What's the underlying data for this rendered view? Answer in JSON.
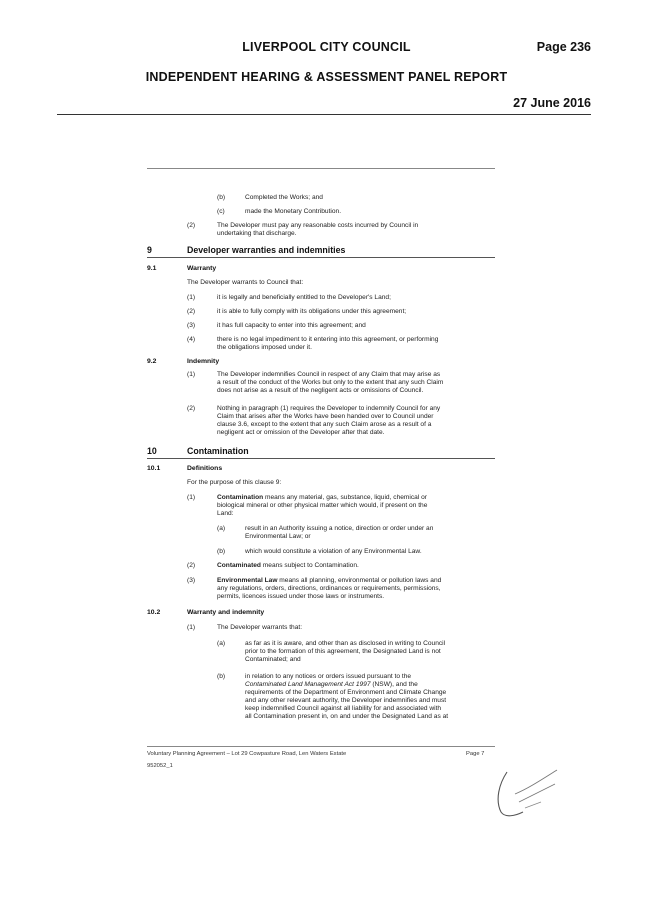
{
  "header": {
    "council": "LIVERPOOL CITY COUNCIL",
    "page": "Page 236",
    "panel": "INDEPENDENT HEARING & ASSESSMENT PANEL REPORT",
    "date": "27 June 2016"
  },
  "body": {
    "l01": [
      "(b)",
      "Completed the Works; and"
    ],
    "l02": [
      "(c)",
      "made the Monetary Contribution."
    ],
    "l03": [
      "(2)",
      "The Developer must pay any reasonable costs incurred by Council in"
    ],
    "l04": "undertaking that discharge.",
    "s9": [
      "9",
      "Developer warranties and indemnities"
    ],
    "s91": [
      "9.1",
      "Warranty"
    ],
    "l05": "The Developer warrants to Council that:",
    "l06": [
      "(1)",
      "it is legally and beneficially entitled to the Developer's Land;"
    ],
    "l07": [
      "(2)",
      "it is able to fully comply with its obligations under this agreement;"
    ],
    "l08": [
      "(3)",
      "it has full capacity to enter into this agreement; and"
    ],
    "l09": [
      "(4)",
      "there is no legal impediment to it entering into this agreement, or performing"
    ],
    "l10": "the obligations imposed under it.",
    "s92": [
      "9.2",
      "Indemnity"
    ],
    "l11": [
      "(1)",
      "The Developer indemnifies Council in respect of any Claim that may arise as"
    ],
    "l12": "a result of the conduct of the Works but only to the extent that any such Claim",
    "l13": "does not arise as a result of the negligent acts or omissions of Council.",
    "l14": [
      "(2)",
      "Nothing in paragraph (1) requires the Developer to indemnify Council for any"
    ],
    "l15": "Claim that arises after the Works have been handed over to Council under",
    "l16": "clause 3.6, except to the extent that any such Claim arose as a result of a",
    "l17": "negligent act or omission of the Developer after that date.",
    "s10": [
      "10",
      "Contamination"
    ],
    "s101": [
      "10.1",
      "Definitions"
    ],
    "l18": "For the purpose of this clause 9:",
    "l19": [
      "(1)",
      "Contamination",
      " means any material, gas, substance, liquid, chemical or"
    ],
    "l20": "biological mineral or other physical matter which would, if present on the",
    "l21": "Land:",
    "l22": [
      "(a)",
      "result in an Authority issuing a notice, direction or order under an"
    ],
    "l23": "Environmental Law; or",
    "l24": [
      "(b)",
      "which would constitute a violation of any Environmental Law."
    ],
    "l25": [
      "(2)",
      "Contaminated",
      " means subject to Contamination."
    ],
    "l26": [
      "(3)",
      "Environmental Law",
      " means all planning, environmental or pollution laws and"
    ],
    "l27": "any regulations, orders, directions, ordinances or requirements, permissions,",
    "l28": "permits, licences issued under those laws or instruments.",
    "s102": [
      "10.2",
      "Warranty and indemnity"
    ],
    "l29": [
      "(1)",
      "The Developer warrants that:"
    ],
    "l30": [
      "(a)",
      "as far as it is aware, and other than as disclosed in writing to Council"
    ],
    "l31": "prior to the formation of this agreement, the Designated Land is not",
    "l32": "Contaminated; and",
    "l33": [
      "(b)",
      "in relation to any notices or orders issued pursuant to the"
    ],
    "l34": [
      "Contaminated Land Management Act 1997",
      " (NSW), and the"
    ],
    "l35": "requirements of the Department of Environment and Climate Change",
    "l36": "and any other relevant authority, the Developer indemnifies and must",
    "l37": "keep indemnified Council against all liability for and associated with",
    "l38": "all Contamination present in, on and under the Designated Land as at"
  },
  "footer": {
    "title": "Voluntary Planning Agreement – Lot 29 Cowpasture Road, Len Waters Estate",
    "page": "Page 7",
    "ref": "952052_1"
  }
}
